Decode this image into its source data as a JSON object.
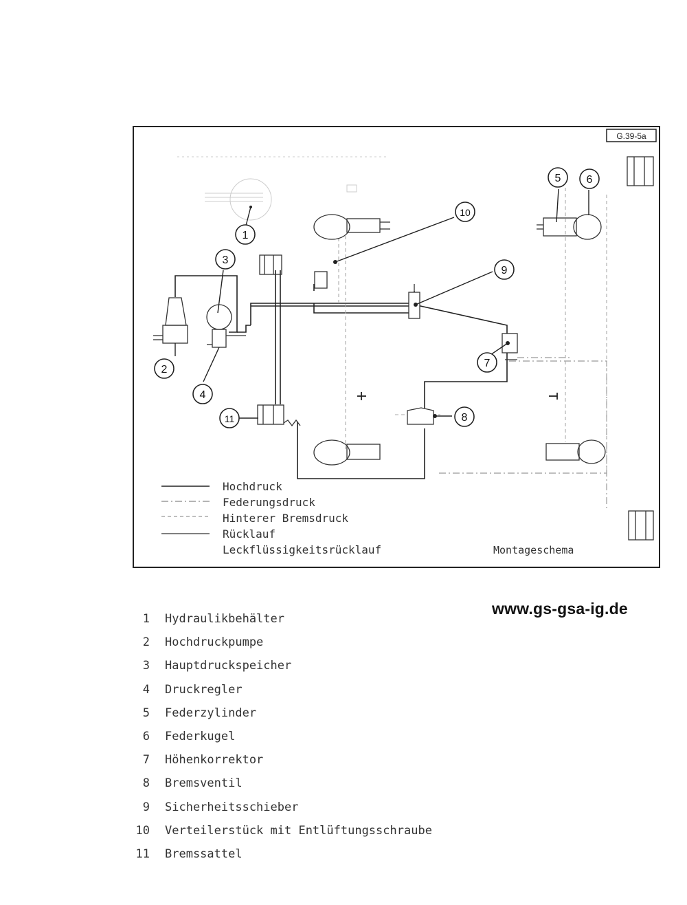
{
  "figure": {
    "ref_code": "G.39-5a",
    "caption": "Montageschema",
    "callouts": [
      "1",
      "2",
      "3",
      "4",
      "5",
      "6",
      "7",
      "8",
      "9",
      "10",
      "11"
    ],
    "legend": [
      {
        "label": "Hochdruck",
        "style": "solid"
      },
      {
        "label": "Federungsdruck",
        "style": "dash-dot"
      },
      {
        "label": "Hinterer Bremsdruck",
        "style": "dashed"
      },
      {
        "label": "Rücklauf",
        "style": "solid-thin"
      },
      {
        "label": "Leckflüssigkeitsrücklauf",
        "style": "none"
      }
    ]
  },
  "website": "www.gs-gsa-ig.de",
  "parts": [
    {
      "num": "1",
      "name": "Hydraulikbehälter"
    },
    {
      "num": "2",
      "name": "Hochdruckpumpe"
    },
    {
      "num": "3",
      "name": "Hauptdruckspeicher"
    },
    {
      "num": "4",
      "name": "Druckregler"
    },
    {
      "num": "5",
      "name": "Federzylinder"
    },
    {
      "num": "6",
      "name": "Federkugel"
    },
    {
      "num": "7",
      "name": "Höhenkorrektor"
    },
    {
      "num": "8",
      "name": "Bremsventil"
    },
    {
      "num": "9",
      "name": "Sicherheitsschieber"
    },
    {
      "num": "10",
      "name": "Verteilerstück mit Entlüftungsschraube"
    },
    {
      "num": "11",
      "name": "Bremssattel"
    }
  ]
}
